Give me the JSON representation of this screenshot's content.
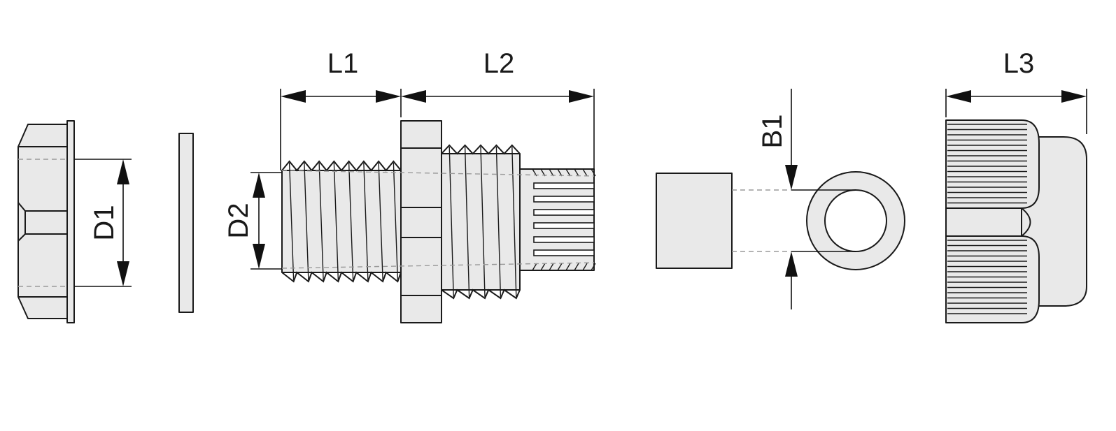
{
  "dimensions": {
    "d1": "D1",
    "d2": "D2",
    "l1": "L1",
    "l2": "L2",
    "b1": "B1",
    "l3": "L3"
  }
}
